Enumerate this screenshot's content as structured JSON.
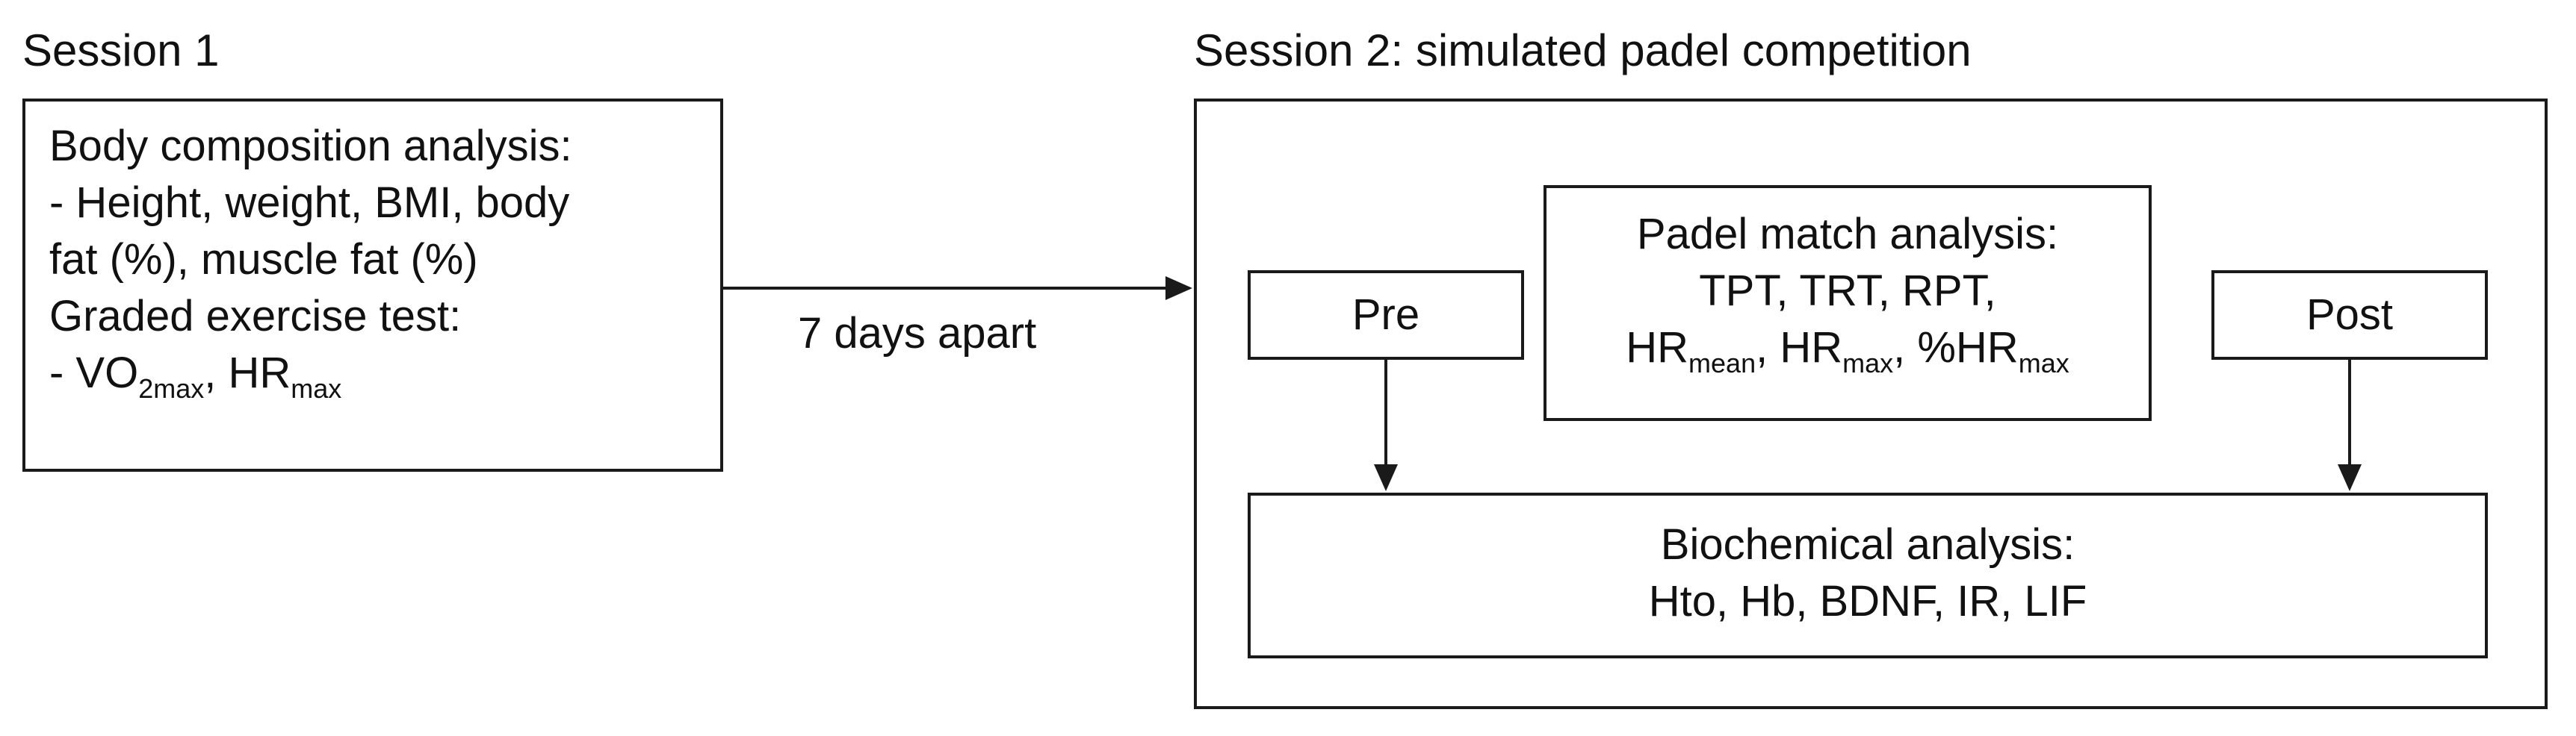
{
  "session1": {
    "title": "Session 1",
    "box": {
      "line1": "Body composition analysis:",
      "line2": "- Height, weight, BMI, body",
      "line3": "fat (%), muscle fat (%)",
      "line4": "Graded exercise test:",
      "line5_prefix": "- VO",
      "line5_sub1": "2max",
      "line5_mid": ", HR",
      "line5_sub2": "max"
    }
  },
  "arrow_label": "7 days apart",
  "session2": {
    "title": "Session 2: simulated padel competition",
    "pre": "Pre",
    "post": "Post",
    "match": {
      "line1": "Padel match analysis:",
      "line2": "TPT, TRT, RPT,",
      "line3_a": "HR",
      "line3_sub_a": "mean",
      "line3_b": ", HR",
      "line3_sub_b": "max",
      "line3_c": ", %HR",
      "line3_sub_c": "max"
    },
    "biochem": {
      "line1": "Biochemical analysis:",
      "line2": "Hto, Hb, BDNF, IR, LIF"
    }
  }
}
